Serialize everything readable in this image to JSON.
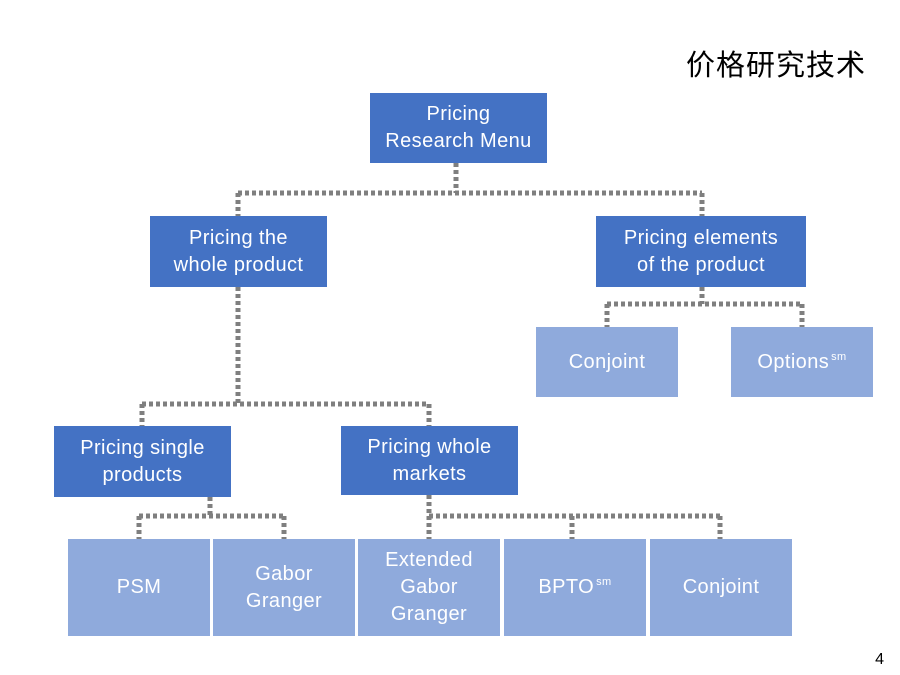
{
  "slide": {
    "title": "价格研究技术",
    "page_number": "4"
  },
  "colors": {
    "dark_box": "#4472c4",
    "light_box": "#8faadc",
    "connector": "#7f7f7f"
  },
  "nodes": {
    "root": "Pricing\nResearch Menu",
    "whole_product": "Pricing the\nwhole product",
    "elements_product": "Pricing elements\nof the product",
    "conjoint_top": "Conjoint",
    "options": {
      "label": "Options",
      "superscript": "sm"
    },
    "single_products": "Pricing single\nproducts",
    "whole_markets": "Pricing whole\nmarkets",
    "psm": "PSM",
    "gabor_granger": "Gabor\nGranger",
    "extended_gabor_granger": "Extended\nGabor\nGranger",
    "bpto": {
      "label": "BPTO",
      "superscript": "sm"
    },
    "conjoint_bottom": "Conjoint"
  }
}
